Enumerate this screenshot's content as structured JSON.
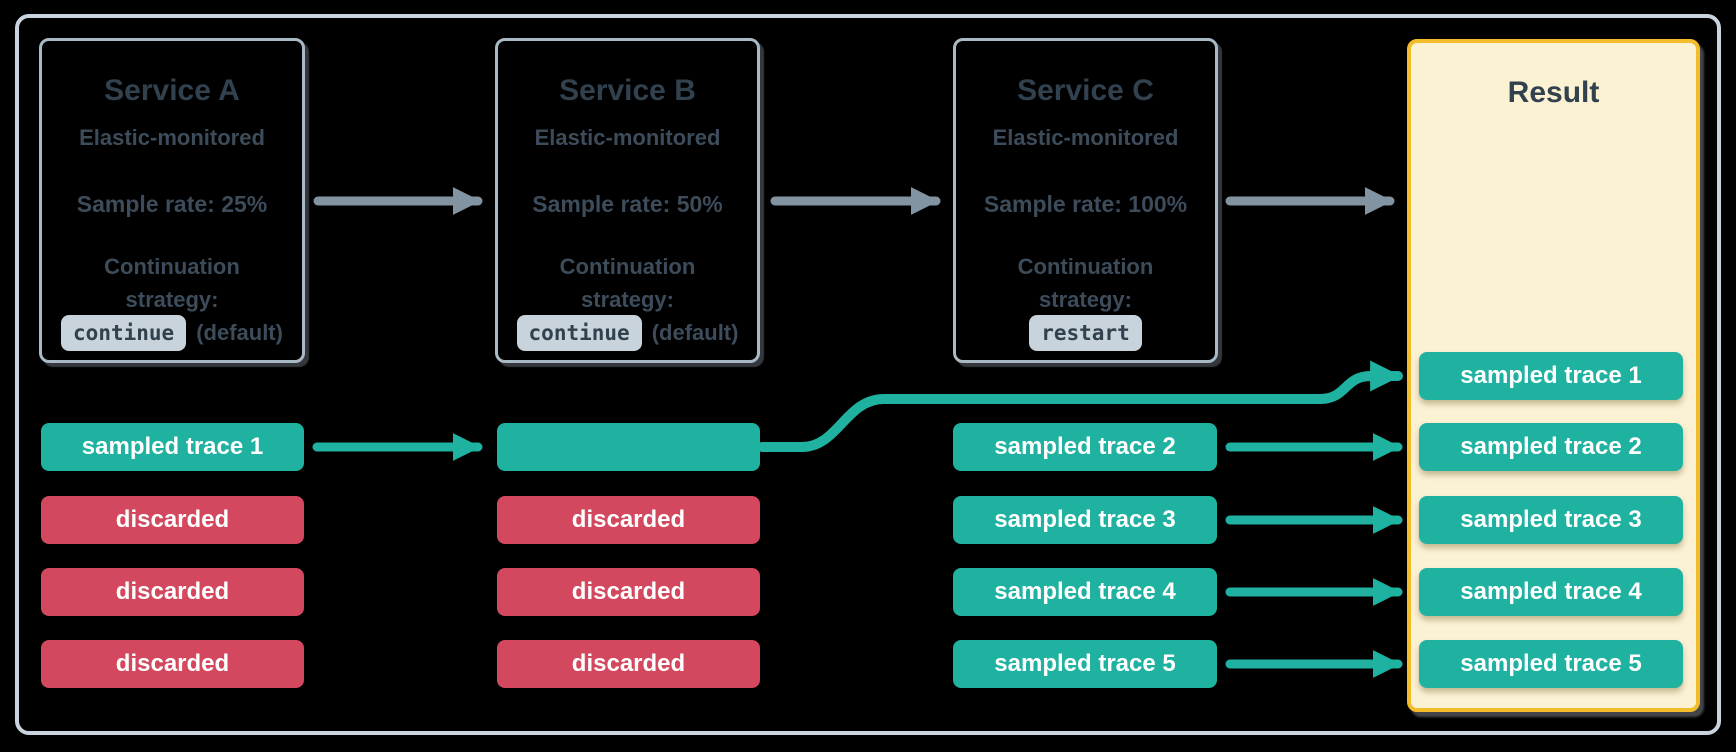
{
  "colors": {
    "background": "#000000",
    "frame_border": "#C9D4DF",
    "service_box_border": "#A9BAC7",
    "text_title": "#32414E",
    "text_body": "#3D4C5A",
    "chip_background": "#C8D3DB",
    "teal": "#1FB2A1",
    "red": "#D4485F",
    "gray_arrow": "#8294A2",
    "result_background": "#FBF1D3",
    "result_border": "#F3BC2B",
    "bar_text": "#FFFFFF"
  },
  "services": [
    {
      "title": "Service A",
      "subtitle": "Elastic-monitored",
      "sample_rate": "Sample rate: 25%",
      "continuation_line1": "Continuation",
      "continuation_line2": "strategy:",
      "strategy_chip": "continue",
      "strategy_suffix": "(default)"
    },
    {
      "title": "Service B",
      "subtitle": "Elastic-monitored",
      "sample_rate": "Sample rate: 50%",
      "continuation_line1": "Continuation",
      "continuation_line2": "strategy:",
      "strategy_chip": "continue",
      "strategy_suffix": "(default)"
    },
    {
      "title": "Service C",
      "subtitle": "Elastic-monitored",
      "sample_rate": "Sample rate: 100%",
      "continuation_line1": "Continuation",
      "continuation_line2": "strategy:",
      "strategy_chip": "restart",
      "strategy_suffix": ""
    }
  ],
  "traces": {
    "service_a": [
      "sampled trace 1",
      "discarded",
      "discarded",
      "discarded"
    ],
    "service_b": [
      "",
      "discarded",
      "discarded",
      "discarded"
    ],
    "service_c": [
      "sampled trace 2",
      "sampled trace 3",
      "sampled trace 4",
      "sampled trace 5"
    ]
  },
  "result": {
    "title": "Result",
    "pills": [
      "sampled trace 1",
      "sampled trace 2",
      "sampled trace 3",
      "sampled trace 4",
      "sampled trace 5"
    ]
  }
}
